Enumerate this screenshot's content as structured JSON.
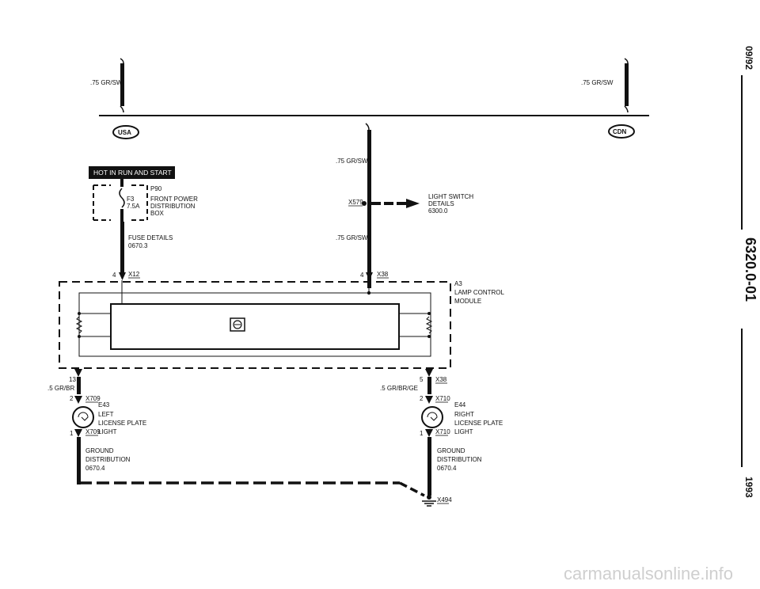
{
  "wires": {
    "top_left": ".75 GR/SW",
    "top_right": ".75 GR/SW",
    "mid_upper": ".75 GR/SW",
    "mid_lower": ".75 GR/SW",
    "left_bottom": ".5 GR/BR",
    "right_bottom": ".5 GR/BR/GE"
  },
  "badges": {
    "usa": "USA",
    "cdn": "CDN"
  },
  "hot_label": "HOT IN RUN AND START",
  "fuse": {
    "id": "P90",
    "name": "F3",
    "rating": "7.5A",
    "line1": "FRONT POWER",
    "line2": "DISTRIBUTION",
    "line3": "BOX"
  },
  "fuse_details": {
    "line1": "FUSE DETAILS",
    "line2": "0670.3"
  },
  "connector_x579": "X579",
  "light_switch": {
    "line1": "LIGHT SWITCH",
    "line2": "DETAILS",
    "line3": "6300.0"
  },
  "pins": {
    "x12_pin": "4",
    "x12": "X12",
    "x38_pin": "4",
    "x38": "X38",
    "left_13": "13",
    "right_5": "5",
    "right_x38": "X38"
  },
  "module": {
    "id": "A3",
    "line1": "LAMP CONTROL",
    "line2": "MODULE"
  },
  "left_lamp": {
    "pin_top": "2",
    "conn_top": "X709",
    "id": "E43",
    "line1": "LEFT",
    "line2": "LICENSE PLATE",
    "line3": "LIGHT",
    "pin_bottom": "1",
    "conn_bottom": "X709"
  },
  "right_lamp": {
    "pin_top": "2",
    "conn_top": "X710",
    "id": "E44",
    "line1": "RIGHT",
    "line2": "LICENSE PLATE",
    "line3": "LIGHT",
    "pin_bottom": "1",
    "conn_bottom": "X710"
  },
  "ground_left": {
    "line1": "GROUND",
    "line2": "DISTRIBUTION",
    "line3": "0670.4"
  },
  "ground_right": {
    "line1": "GROUND",
    "line2": "DISTRIBUTION",
    "line3": "0670.4"
  },
  "ground_point": "X494",
  "sidebar": {
    "date": "09/92",
    "code": "6320.0-01",
    "year": "1993"
  },
  "watermark": "carmanualsonline.info"
}
